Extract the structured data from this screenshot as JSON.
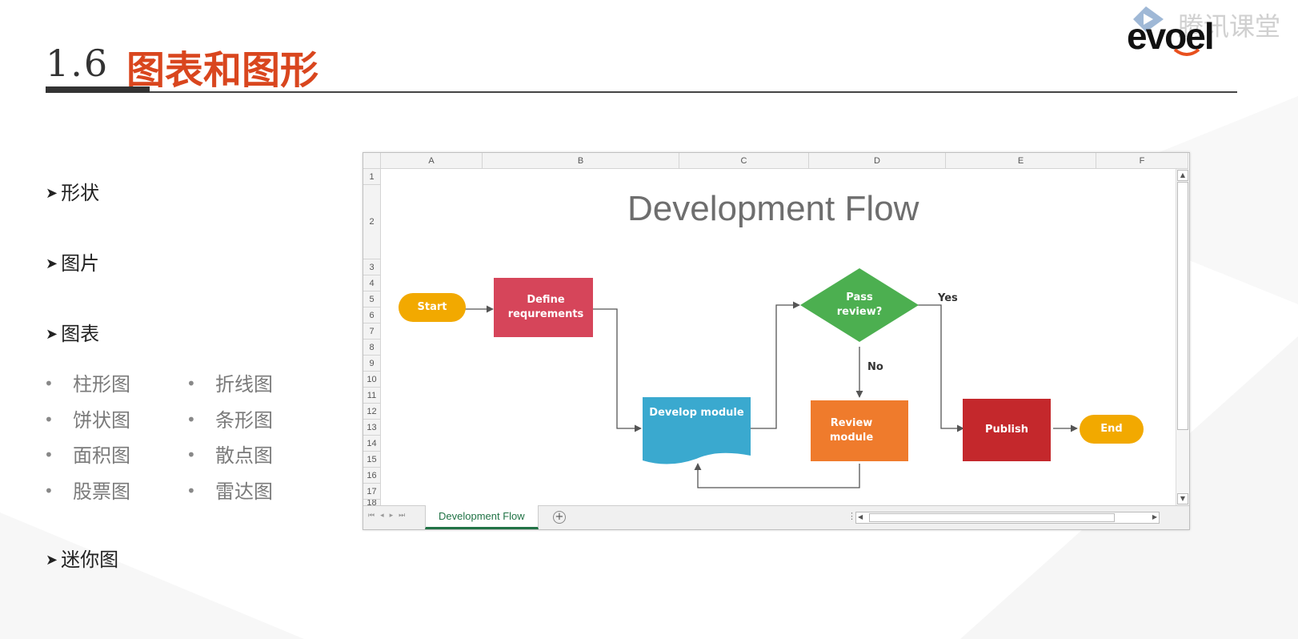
{
  "slide": {
    "number": "1.6",
    "title": "图表和图形"
  },
  "logo": {
    "brand": "evoel",
    "watermark": "腾讯课堂"
  },
  "list": {
    "items": [
      {
        "label": "形状"
      },
      {
        "label": "图片"
      },
      {
        "label": "图表"
      },
      {
        "label": "迷你图"
      }
    ],
    "chart_types_left": [
      "柱形图",
      "饼状图",
      "面积图",
      "股票图"
    ],
    "chart_types_right": [
      "折线图",
      "条形图",
      "散点图",
      "雷达图"
    ]
  },
  "excel": {
    "columns": [
      "A",
      "B",
      "C",
      "D",
      "E",
      "F"
    ],
    "rows": [
      "1",
      "2",
      "3",
      "4",
      "5",
      "6",
      "7",
      "8",
      "9",
      "10",
      "11",
      "12",
      "13",
      "14",
      "15",
      "16",
      "17",
      "18"
    ],
    "sheet_tab": "Development Flow",
    "add_sheet": "+",
    "flow": {
      "title": "Development Flow",
      "nodes": {
        "start": "Start",
        "define": "Define requrements",
        "develop": "Develop module",
        "review_q": "Pass review?",
        "review": "Review module",
        "publish": "Publish",
        "end": "End"
      },
      "edges": {
        "yes": "Yes",
        "no": "No"
      }
    }
  },
  "colors": {
    "title_accent": "#d9461e",
    "start_end": "#f2a900",
    "define": "#d6455a",
    "develop": "#3aa9cf",
    "decision": "#4caf50",
    "review": "#ef7b2c",
    "publish": "#c4282c",
    "sheet_tab": "#217346"
  }
}
